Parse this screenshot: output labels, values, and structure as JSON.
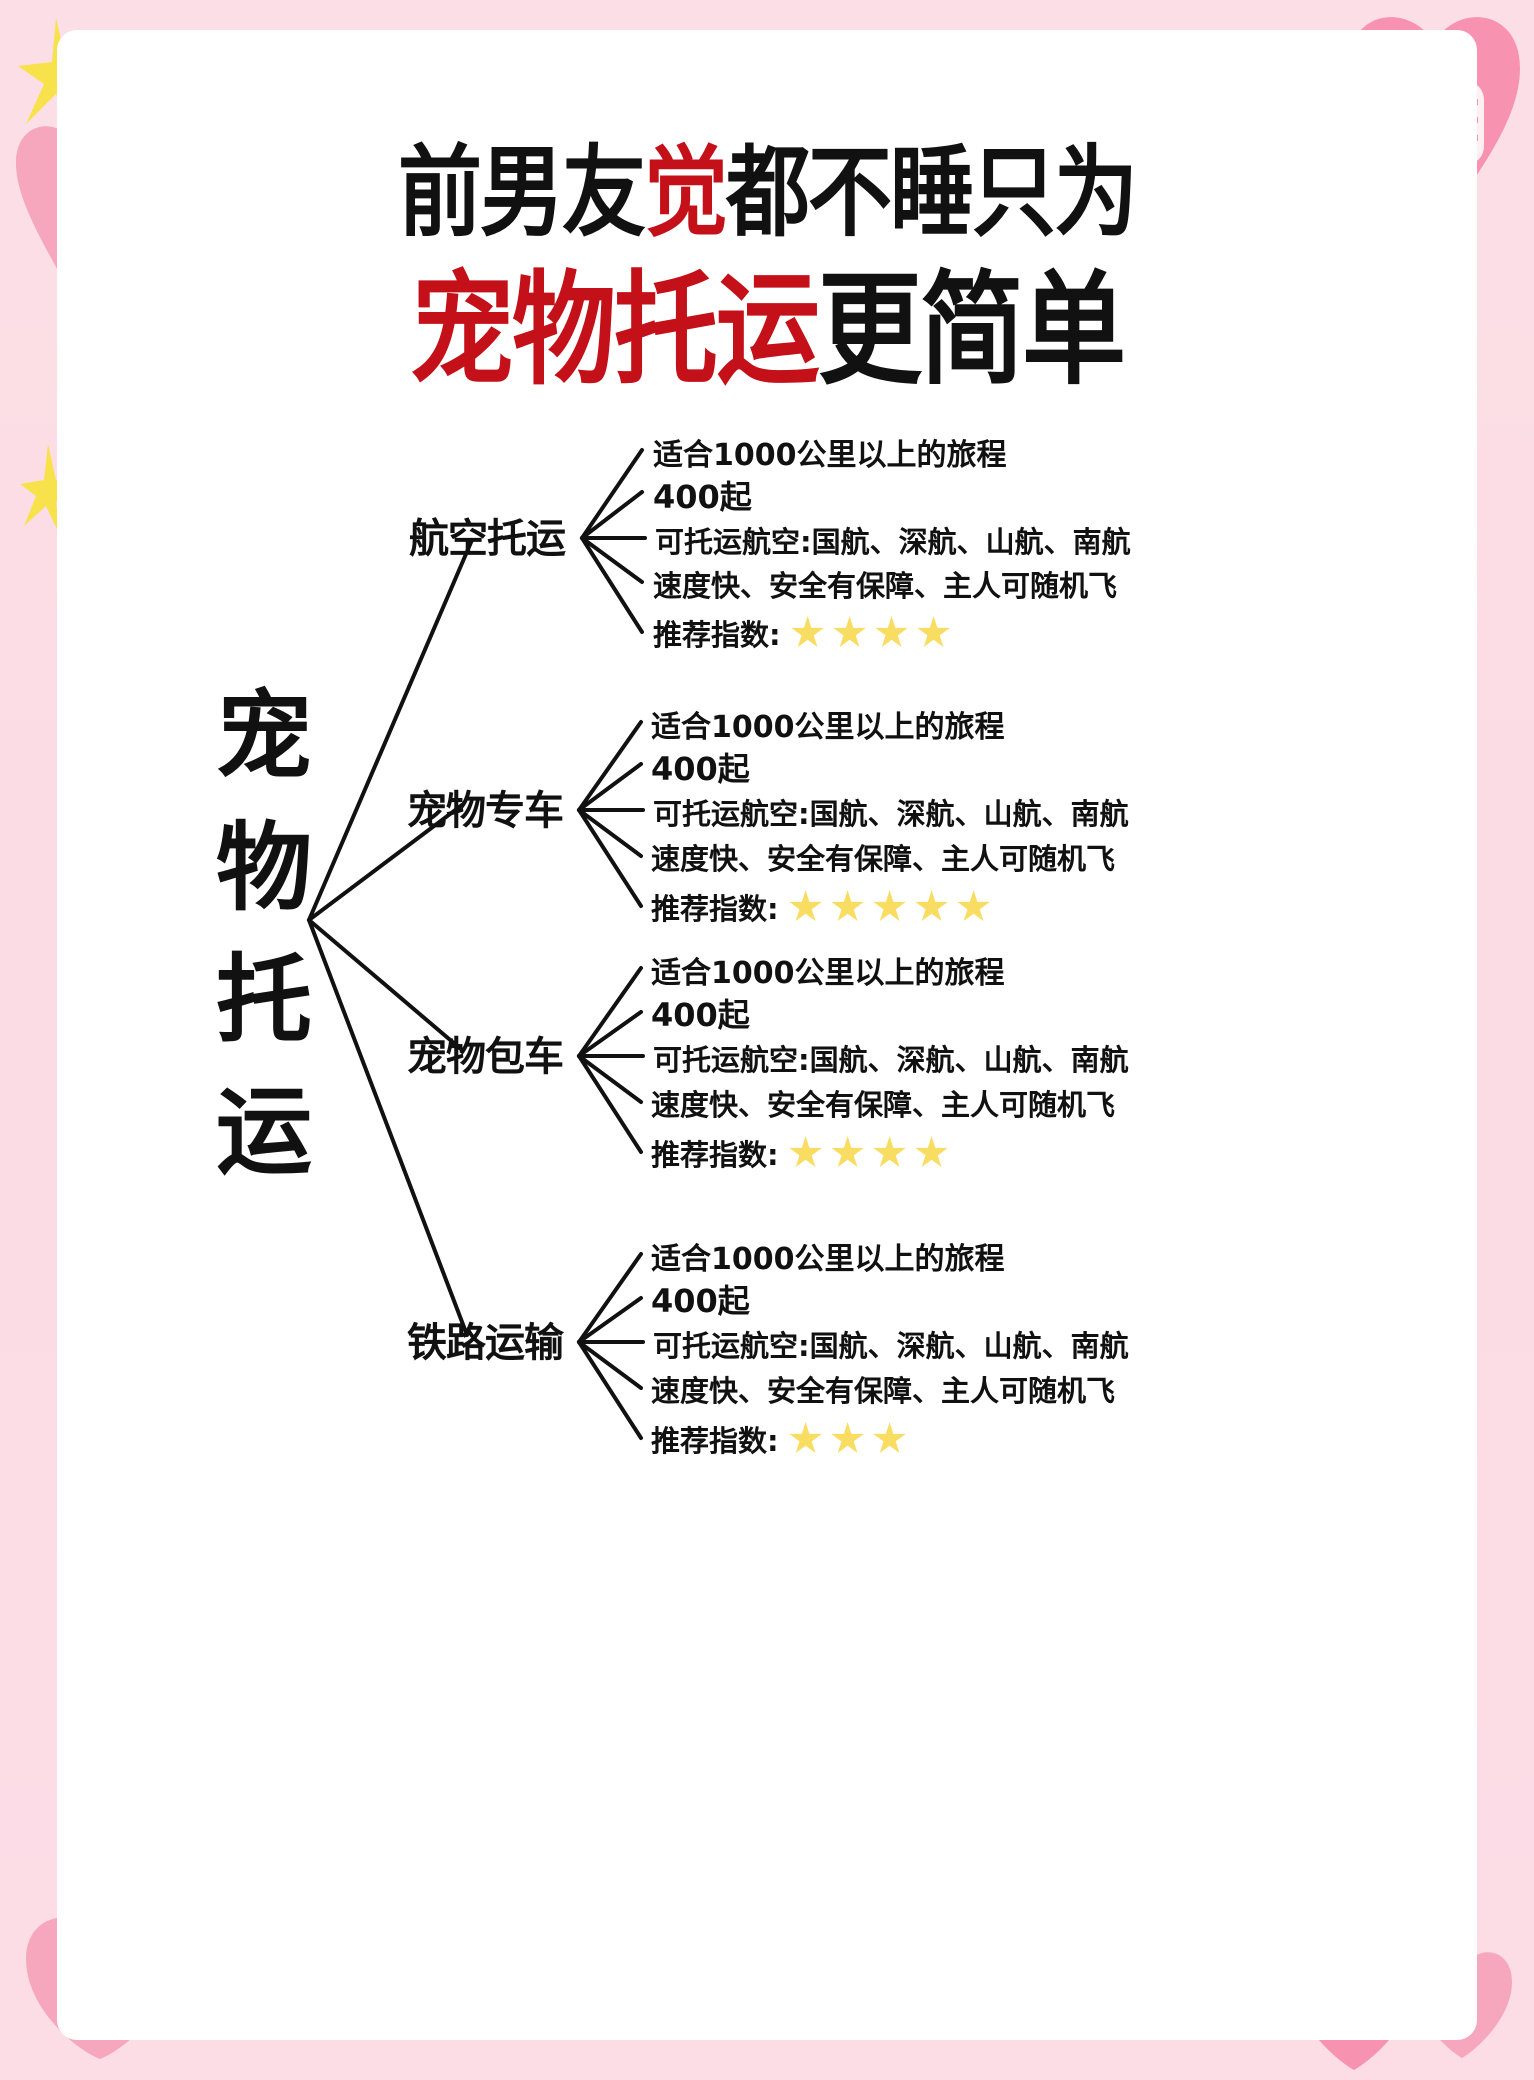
{
  "page": {
    "background_color": "#fbdde4",
    "card_color": "#ffffff"
  },
  "headline": {
    "line1_part1": "前男友",
    "line1_highlight": "觉",
    "line1_part2": "都不睡只为",
    "line2_highlight": "宠物托运",
    "line2_rest": "更简单",
    "highlight_color": "#c41018",
    "text_color": "#111111"
  },
  "mindmap": {
    "root": {
      "label": "宠物托运"
    },
    "detail_keys": {
      "distance": "适合1000公里以上的旅程",
      "price": "400起",
      "airlines": "可托运航空:国航、深航、山航、南航",
      "features": "速度快、安全有保障、主人可随机飞",
      "rating_label": "推荐指数:"
    },
    "branches": [
      {
        "label": "航空托运",
        "details": [
          "适合1000公里以上的旅程",
          "400起",
          "可托运航空:国航、深航、山航、南航",
          "速度快、安全有保障、主人可随机飞"
        ],
        "rating_label": "推荐指数:",
        "stars": 4
      },
      {
        "label": "宠物专车",
        "details": [
          "适合1000公里以上的旅程",
          "400起",
          "可托运航空:国航、深航、山航、南航",
          "速度快、安全有保障、主人可随机飞"
        ],
        "rating_label": "推荐指数:",
        "stars": 5
      },
      {
        "label": "宠物包车",
        "details": [
          "适合1000公里以上的旅程",
          "400起",
          "可托运航空:国航、深航、山航、南航",
          "速度快、安全有保障、主人可随机飞"
        ],
        "rating_label": "推荐指数:",
        "stars": 4
      },
      {
        "label": "铁路运输",
        "details": [
          "适合1000公里以上的旅程",
          "400起",
          "可托运航空:国航、深航、山航、南航",
          "速度快、安全有保障、主人可随机飞"
        ],
        "rating_label": "推荐指数:",
        "stars": 3
      }
    ],
    "star_color": "#f9dd62",
    "line_color": "#111111"
  }
}
